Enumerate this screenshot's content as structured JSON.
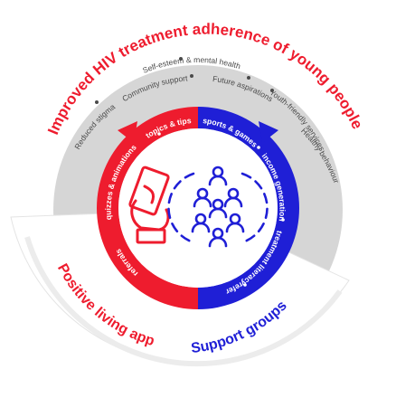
{
  "colors": {
    "red": "#ee1c2e",
    "blue": "#1f1fd6",
    "gray": "#d6d6d6",
    "text_gray": "#4a4a4a"
  },
  "outer_title": "Improved HIV treatment adherence of young people",
  "outcomes": [
    "Reduced stigma",
    "Community support",
    "Self-esteem & mental health",
    "Future aspirations",
    "Youth-friendly services",
    "Healthy behaviour"
  ],
  "app_ring": {
    "label": "Positive living app",
    "items": [
      "referrals",
      "quizzes & animations",
      "topics & tips"
    ],
    "icon": "hand-holding-phone-icon"
  },
  "groups_ring": {
    "label": "Support groups",
    "items": [
      "sports & games",
      "income generation",
      "treatment literacy",
      "referrals"
    ],
    "icon": "people-circle-icon"
  }
}
